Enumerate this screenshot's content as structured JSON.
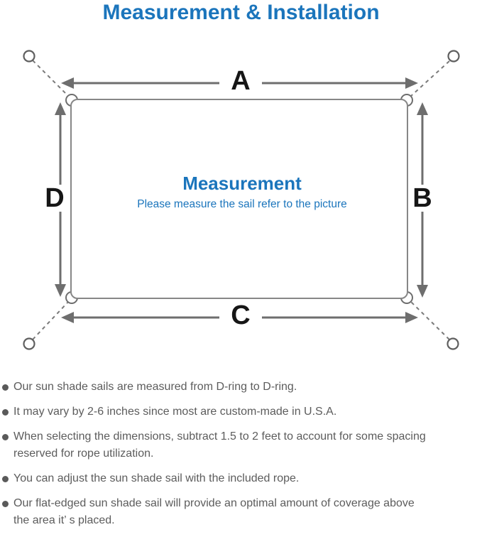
{
  "title": "Measurement & Installation",
  "colors": {
    "accent_blue": "#1B75BC",
    "diagram_gray": "#6E6E6E",
    "note_text_gray": "#5C5C5C",
    "dimension_label_black": "#161616"
  },
  "diagram": {
    "dimension_labels": {
      "top": "A",
      "right": "B",
      "bottom": "C",
      "left": "D"
    },
    "center": {
      "title": "Measurement",
      "subtitle": "Please measure the sail refer to the picture"
    }
  },
  "notes": {
    "items": [
      {
        "text": "Our sun shade sails are measured from D-ring to D-ring."
      },
      {
        "text": "It may vary by 2-6 inches since most are custom-made in U.S.A."
      },
      {
        "text": "When selecting the dimensions, subtract 1.5 to 2 feet to account for some spacing\nreserved for rope utilization."
      },
      {
        "text": "You can adjust the sun shade sail with the included rope."
      },
      {
        "text": "Our flat-edged sun shade sail will provide an optimal amount of coverage above\nthe area it’ s placed."
      }
    ]
  }
}
